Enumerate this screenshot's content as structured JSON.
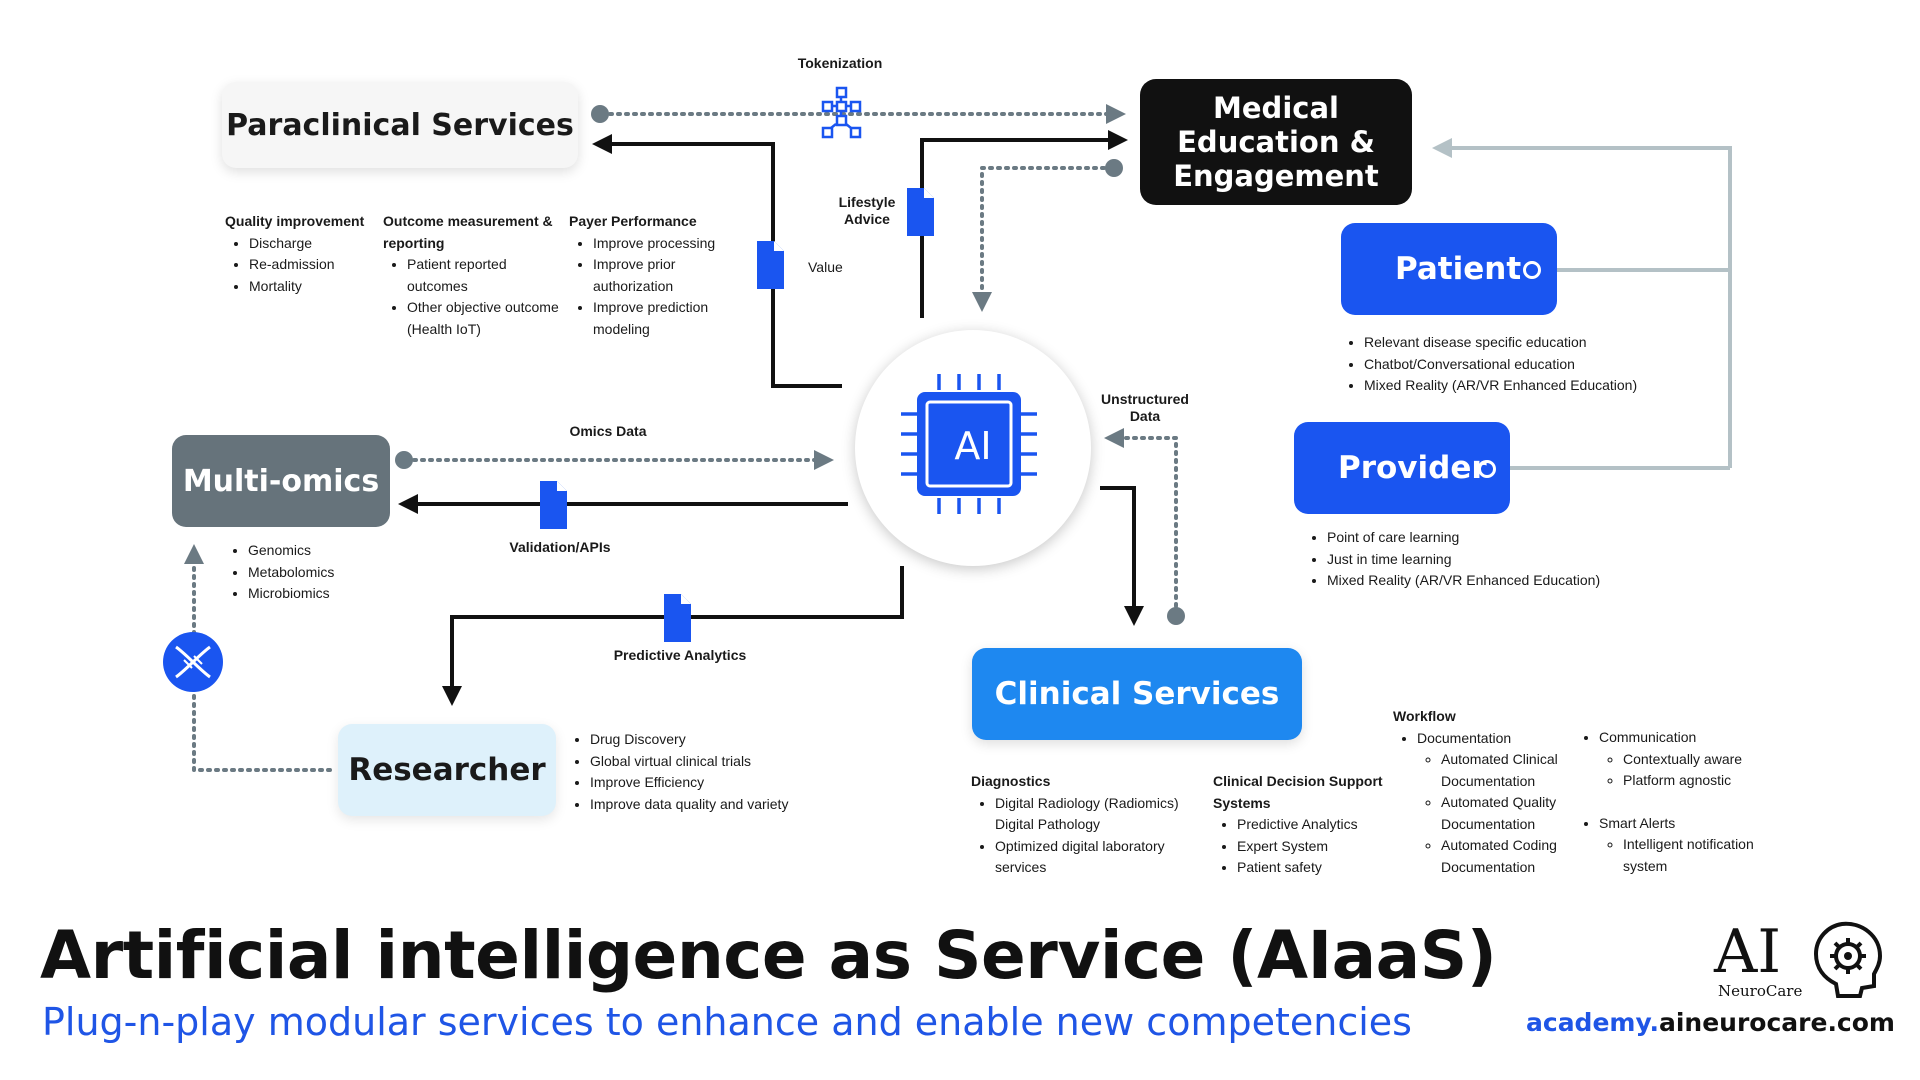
{
  "nodes": {
    "paraclinical": "Paraclinical Services",
    "medical_education": [
      "Medical",
      "Education &",
      "Engagement"
    ],
    "patient": "Patient",
    "provider": "Provider",
    "multiomics": "Multi-omics",
    "researcher": "Researcher",
    "clinical": "Clinical Services",
    "ai": "AI"
  },
  "edge_labels": {
    "tokenization": "Tokenization",
    "lifestyle_advice": [
      "Lifestyle",
      "Advice"
    ],
    "value": "Value",
    "omics_data": "Omics Data",
    "validation_apis": "Validation/APIs",
    "predictive_analytics": "Predictive Analytics",
    "unstructured_data": [
      "Unstructured",
      "Data"
    ]
  },
  "paraclinical_details": [
    {
      "heading": "Quality improvement",
      "items": [
        "Discharge",
        "Re-admission",
        "Mortality"
      ]
    },
    {
      "heading": "Outcome measurement & reporting",
      "items": [
        "Patient reported outcomes",
        "Other objective outcome (Health IoT)"
      ]
    },
    {
      "heading": "Payer Performance",
      "items": [
        "Improve processing",
        "Improve prior authorization",
        "Improve prediction modeling"
      ]
    }
  ],
  "patient_details": [
    "Relevant disease specific education",
    "Chatbot/Conversational education",
    "Mixed Reality (AR/VR Enhanced Education)"
  ],
  "provider_details": [
    "Point of care learning",
    "Just in time learning",
    "Mixed Reality (AR/VR Enhanced Education)"
  ],
  "multiomics_details": [
    "Genomics",
    "Metabolomics",
    "Microbiomics"
  ],
  "researcher_details": [
    "Drug Discovery",
    "Global virtual clinical trials",
    "Improve Efficiency",
    "Improve data quality and variety"
  ],
  "diagnostics": {
    "heading": "Diagnostics",
    "items": [
      "Digital Radiology (Radiomics) Digital Pathology",
      "Optimized digital laboratory services"
    ]
  },
  "cdss": {
    "heading": "Clinical Decision Support Systems",
    "items": [
      "Predictive Analytics",
      "Expert System",
      "Patient safety"
    ]
  },
  "workflow": {
    "heading": "Workflow",
    "documentation": "Documentation",
    "documentation_sub": [
      "Automated Clinical Documentation",
      "Automated Quality Documentation",
      "Automated Coding Documentation"
    ],
    "communication": "Communication",
    "communication_sub": [
      "Contextually aware",
      "Platform agnostic"
    ],
    "smart_alerts": "Smart Alerts",
    "smart_alerts_sub": [
      "Intelligent notification system"
    ]
  },
  "footer": {
    "title": "Artificial intelligence as Service (AIaaS)",
    "subtitle": "Plug-n-play modular services to enhance and enable new competencies",
    "url_prefix": "academy.",
    "url_domain": "aineurocare.com"
  },
  "logo": {
    "text": "AI",
    "caption": "NeuroCare"
  },
  "colors": {
    "primary_blue": "#1a55f0",
    "clinical_blue": "#1e88f0",
    "researcher_bg": "#def1fb",
    "multiomics_grey": "#66737b",
    "dark_box": "#111111",
    "connector_grey": "#6b7a83",
    "light_connector": "#b4c1c6",
    "subtitle_blue": "#1f55e6"
  },
  "icons": [
    "document-icon",
    "network-cubes-icon",
    "dna-icon",
    "ai-chip-icon",
    "gear-icon",
    "head-icon"
  ]
}
